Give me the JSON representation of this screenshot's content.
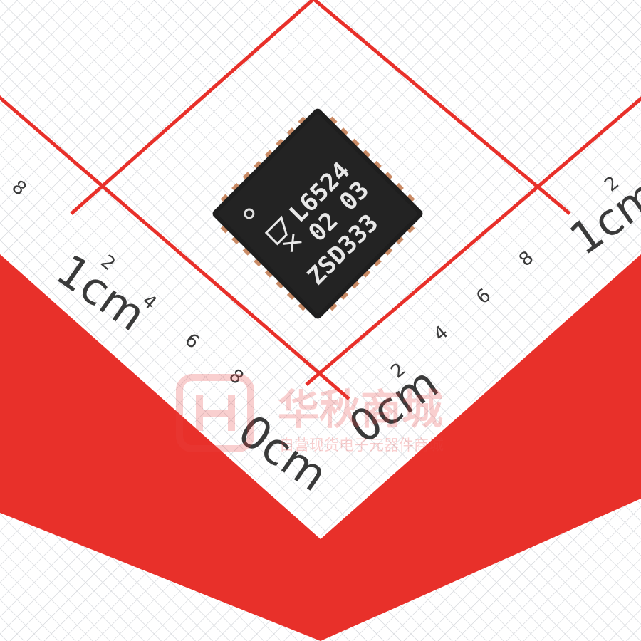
{
  "photo": {
    "subject": "QFN chip on centimeter grid mat",
    "colors": {
      "background": "#ffffff",
      "grid": "#c9ccd1",
      "ruler_red": "#e8302a",
      "chip_body": "#1e1e1e",
      "chip_marking": "#e8e8e8",
      "pin_copper": "#c98b66"
    }
  },
  "ruler": {
    "left_labels": {
      "unit": "1cm",
      "zero": "0cm",
      "ticks": [
        "8",
        "2",
        "4",
        "6",
        "8"
      ]
    },
    "right_labels": {
      "unit": "1cm",
      "zero": "0cm",
      "ticks": [
        "2",
        "8",
        "6",
        "4",
        "2"
      ]
    }
  },
  "chip": {
    "logo_icon": "st-logo-icon",
    "line1": "L6524",
    "line2": "02 03",
    "line3": "ZSD333"
  },
  "watermark": {
    "logo_icon": "hqchip-logo-icon",
    "title": "华秋商城",
    "subtitle": "自营现货电子元器件商城"
  }
}
